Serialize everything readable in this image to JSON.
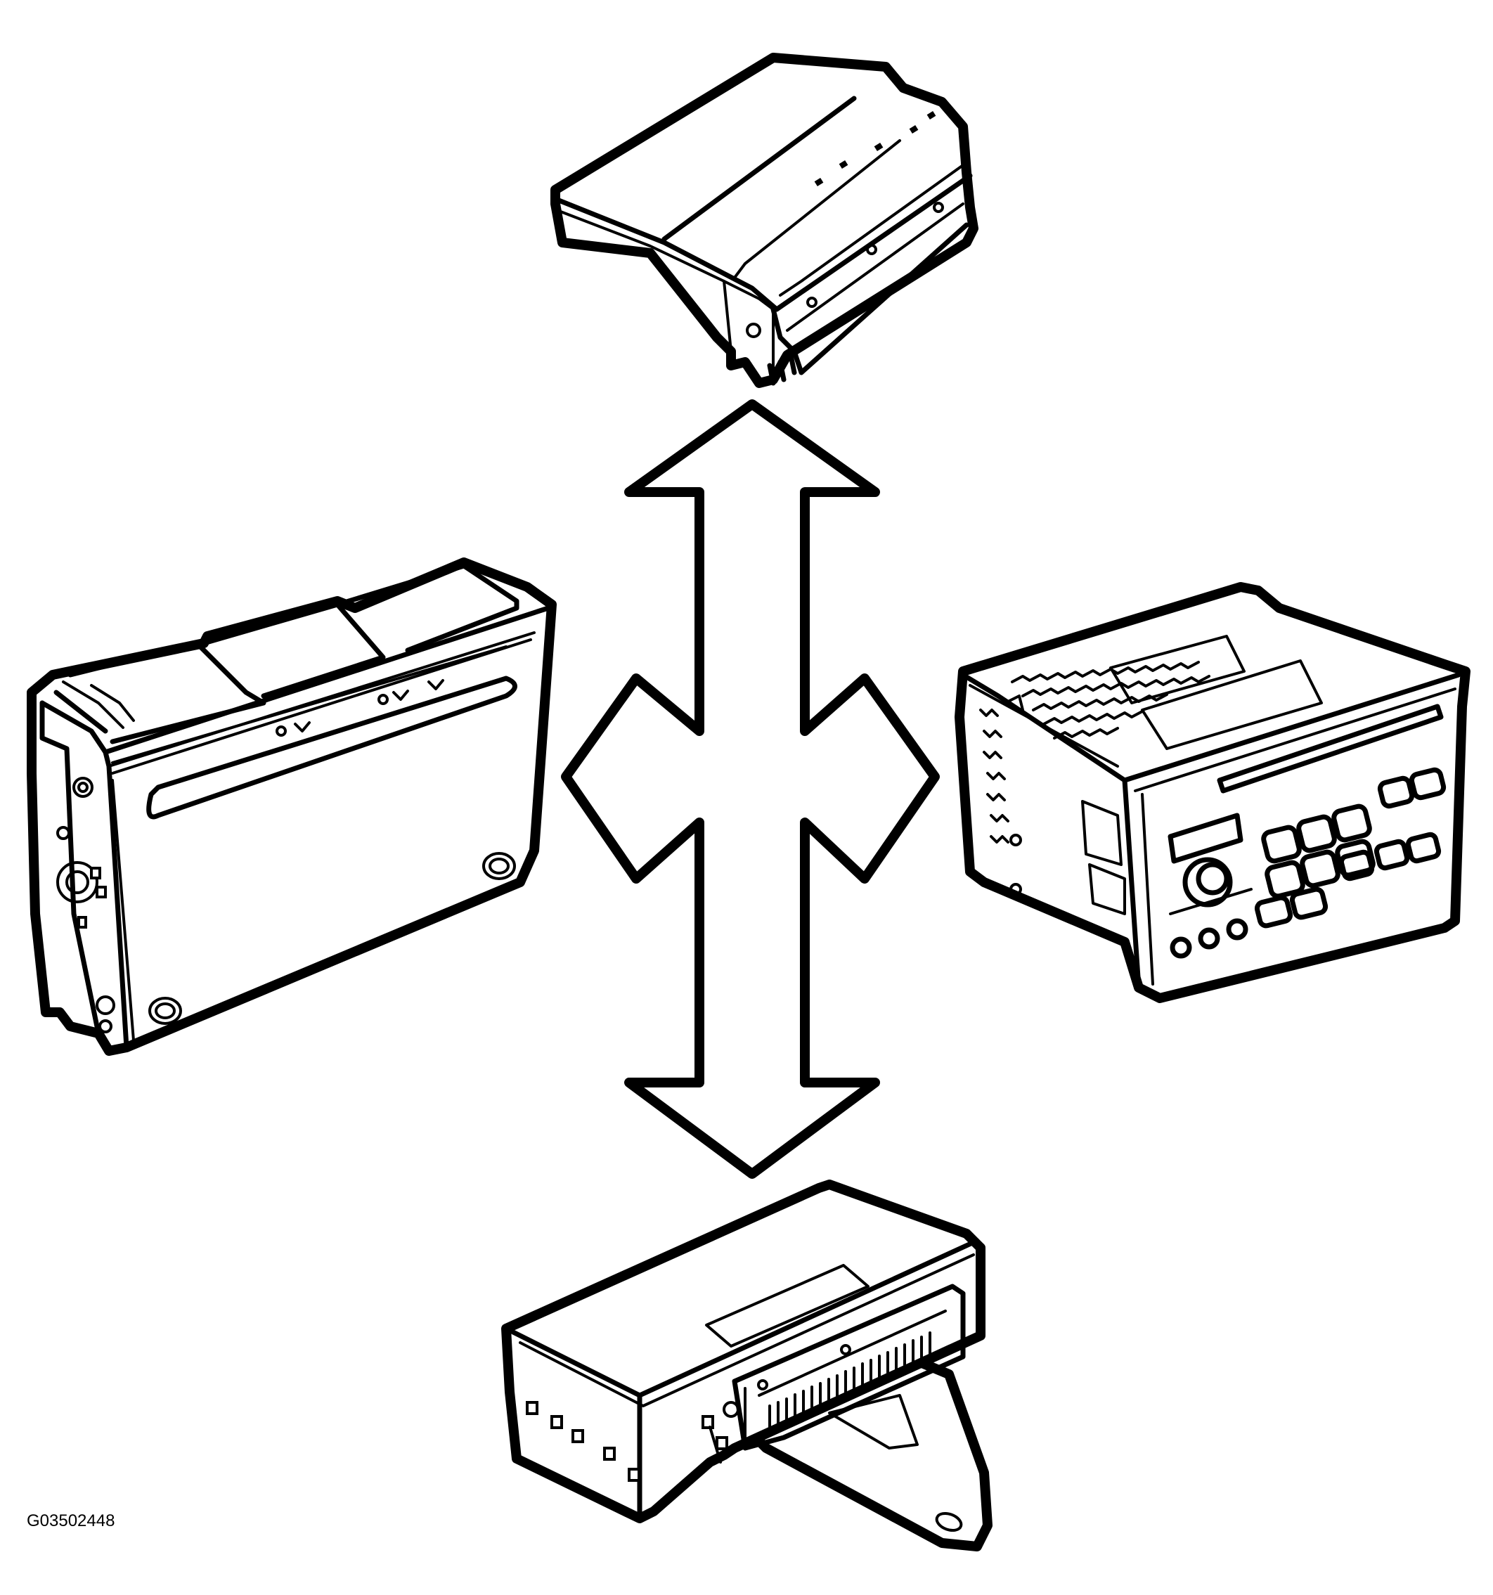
{
  "figure": {
    "id_label": "G03502448"
  },
  "components": [
    {
      "icon": "electronic-module-icon",
      "position": "top"
    },
    {
      "icon": "disc-changer-icon",
      "position": "left"
    },
    {
      "icon": "radio-head-unit-icon",
      "position": "right"
    },
    {
      "icon": "control-module-icon",
      "position": "bottom"
    }
  ],
  "connector_arrow": {
    "icon": "four-way-arrow-icon"
  },
  "colors": {
    "ink": "#000000",
    "paper": "#ffffff"
  }
}
